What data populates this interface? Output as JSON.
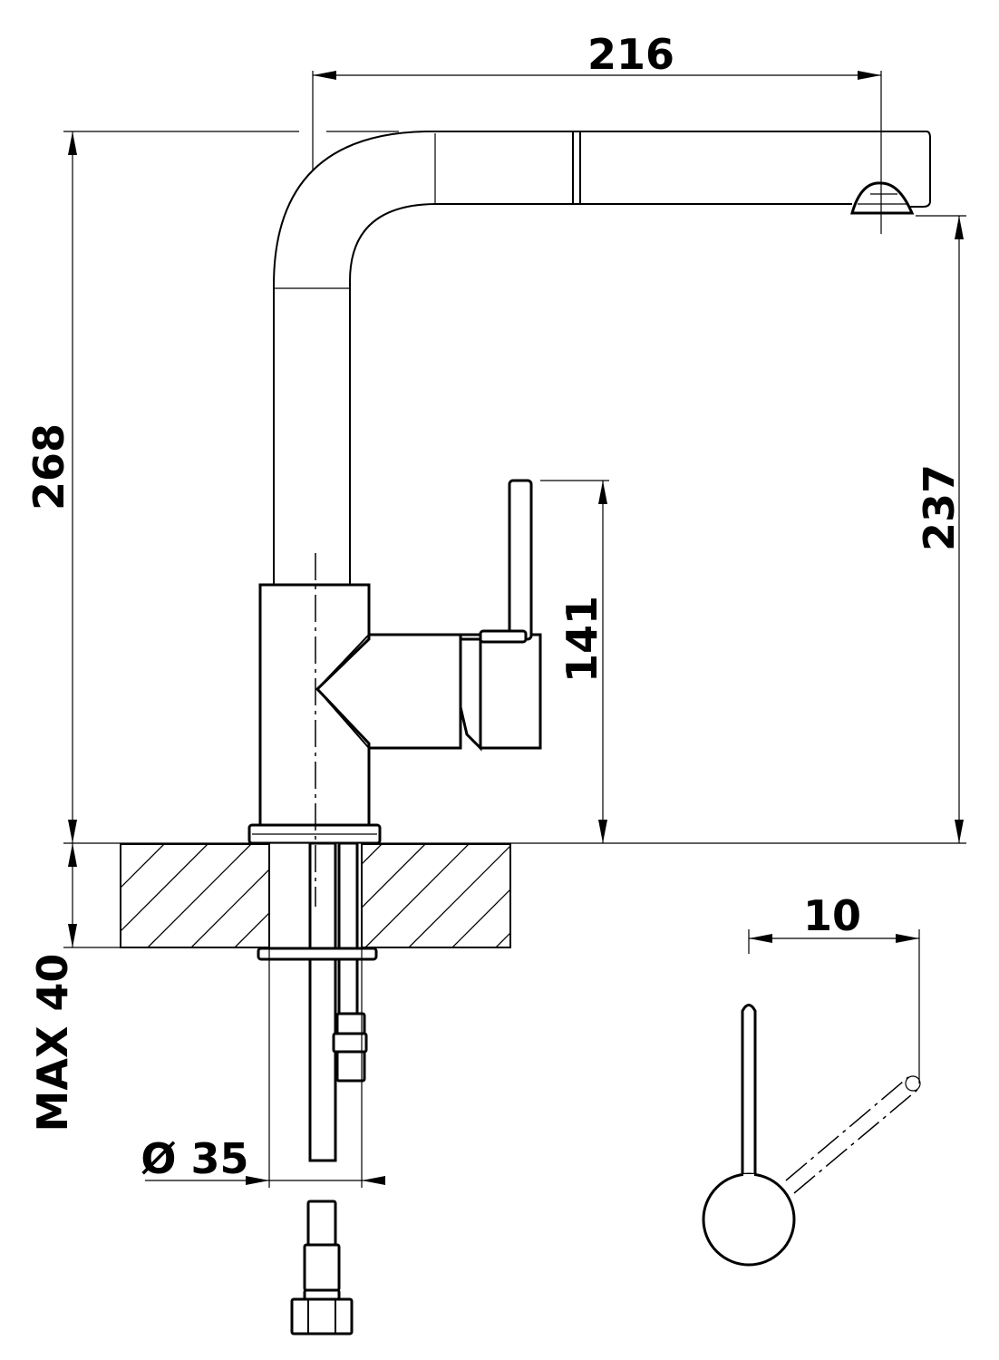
{
  "dimensions": {
    "width_top": "216",
    "height_total": "268",
    "height_spout": "237",
    "height_lever": "141",
    "max_thickness": "MAX 40",
    "diameter": "Ø 35",
    "lever_offset": "10"
  },
  "colors": {
    "ink": "#000000",
    "paper": "#ffffff"
  }
}
